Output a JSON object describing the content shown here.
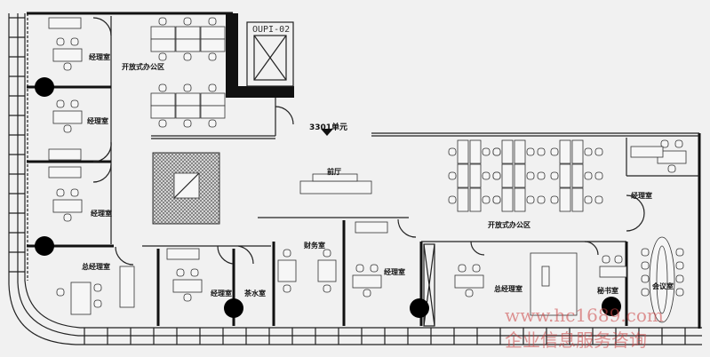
{
  "plan": {
    "unit_label": "3301单元",
    "elevator_label": "OUPI-02",
    "rooms": {
      "manager_1": "经理室",
      "manager_2": "经理室",
      "manager_3": "经理室",
      "manager_4": "经理室",
      "manager_5": "经理室",
      "manager_6": "经理室",
      "open_office_1": "开放式办公区",
      "open_office_2": "开放式办公区",
      "lobby": "前厅",
      "gm_office_1": "总经理室",
      "gm_office_2": "总经理室",
      "pantry": "茶水室",
      "finance": "财务室",
      "secretary": "秘书室",
      "meeting": "会议室"
    }
  },
  "watermark": {
    "url": "www.hc1689.com",
    "text": "企业信息服务咨询"
  },
  "colors": {
    "wall": "#111111",
    "watermark": "#cc4444"
  }
}
